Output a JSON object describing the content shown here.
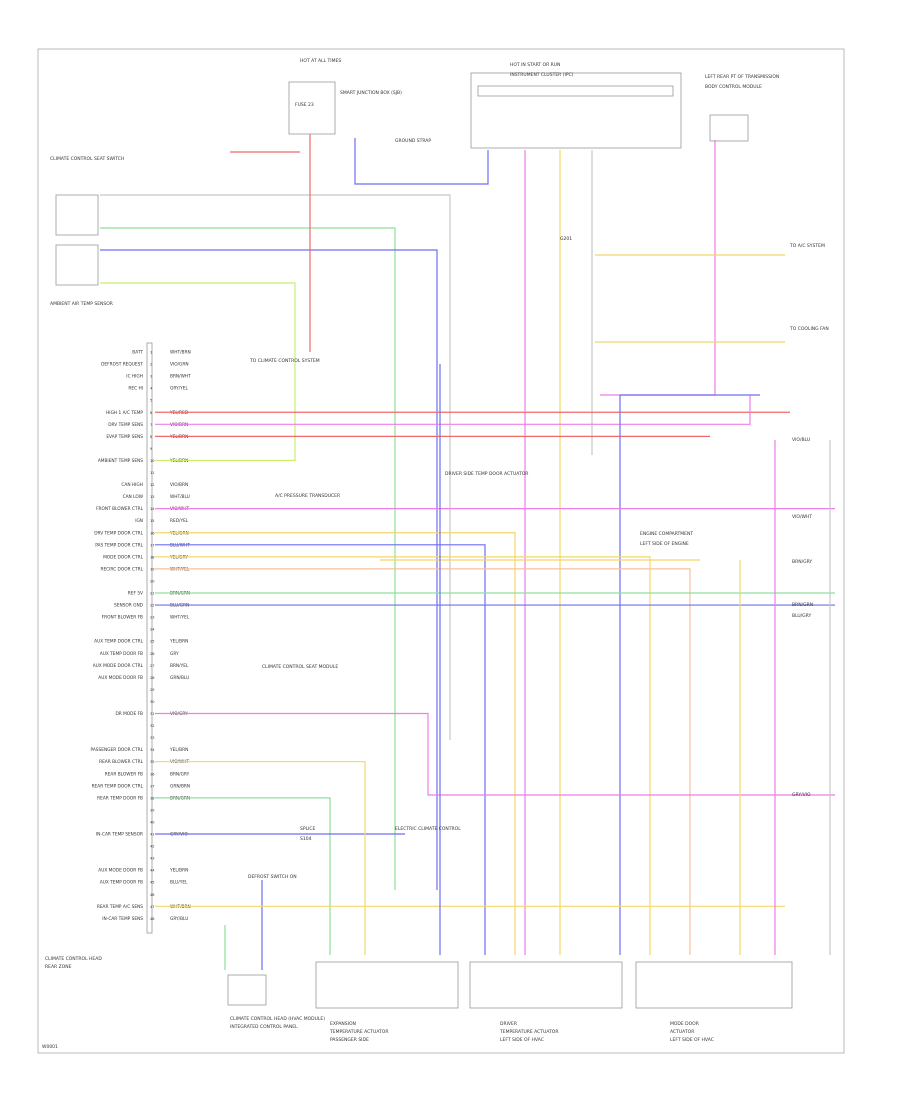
{
  "diagram": {
    "footer": "W0001",
    "wire_colors": {
      "red": "#f06a6a",
      "blue": "#6f6ff2",
      "green": "#8fe09a",
      "yellow": "#f2d86a",
      "pink": "#ee7ee8",
      "lime": "#c7ef6a",
      "orange": "#f5c19c",
      "gray": "#c8c8c8",
      "black": "#333333"
    },
    "pin_labels": [
      "BATT",
      "DEFROST REQUEST",
      "IC HIGH",
      "REC HI",
      "",
      "HIGH 1 A/C TEMP",
      "DRV TEMP SENS",
      "EVAP TEMP SENS",
      "",
      "AMBIENT TEMP SENS",
      "",
      "CAN HIGH",
      "CAN LOW",
      "FRONT BLOWER CTRL",
      "IGN",
      "DRV TEMP DOOR CTRL",
      "PAS TEMP DOOR CTRL",
      "MODE DOOR CTRL",
      "RECIRC DOOR CTRL",
      "",
      "REF 5V",
      "SENSOR GND",
      "FRONT BLOWER FB",
      "",
      "AUX TEMP DOOR CTRL",
      "AUX TEMP DOOR FB",
      "AUX MODE DOOR CTRL",
      "AUX MODE DOOR FB",
      "",
      "",
      "DR MODE FB",
      "",
      "",
      "PASSENGER DOOR CTRL",
      "REAR BLOWER CTRL",
      "REAR BLOWER FB",
      "REAR TEMP DOOR CTRL",
      "REAR TEMP DOOR FB",
      "",
      "",
      "IN-CAR TEMP SENSOR",
      "",
      "",
      "AUX MODE DOOR FB",
      "AUX TEMP DOOR FB",
      "",
      "REAR TEMP A/C SENS",
      "IN-CAR TEMP SENS"
    ],
    "wire_tags": [
      "WHT/BRN",
      "VIO/GRN",
      "BRN/WHT",
      "GRY/YEL",
      "",
      "YEL/RED",
      "VIO/BRN",
      "YEL/BRN",
      "",
      "YEL/BRN",
      "",
      "VIO/BRN",
      "WHT/BLU",
      "VIO/WHT",
      "RED/YEL",
      "YEL/GRN",
      "BLU/WHT",
      "YEL/GRY",
      "WHT/YEL",
      "",
      "BRN/GRN",
      "BLU/GRN",
      "WHT/YEL",
      "",
      "YEL/BRN",
      "GRY",
      "BRN/YEL",
      "GRN/BLU",
      "",
      "",
      "VIO/GRY",
      "",
      "",
      "YEL/BRN",
      "VIO/WHT",
      "BRN/GRY",
      "GRN/BRN",
      "BRN/GRN",
      "",
      "",
      "GRY/VIO",
      "",
      "",
      "YEL/BRN",
      "BLU/YEL",
      "",
      "WHT/BRN",
      "GRY/BLU"
    ],
    "component_labels": {
      "fuse_box": "HOT AT ALL TIMES",
      "fuse_note": "SMART JUNCTION BOX (SJB)",
      "cluster": "HOT IN START OR RUN",
      "cluster_sub": "INSTRUMENT CLUSTER (IPC)",
      "cluster_pin": "FUSE 23",
      "top_right": "LEFT REAR PT OF TRANSMISSION",
      "top_right_sub": "BODY CONTROL MODULE",
      "left_sensor": "CLIMATE CONTROL SEAT SWITCH",
      "left_sensor_sub": "AMBIENT AIR TEMP SENSOR",
      "hvac_module": "CLIMATE CONTROL HEAD (HVAC MODULE)",
      "hvac_module_sub": "INTEGRATED CONTROL PANEL",
      "mid_note": "TO CLIMATE CONTROL SYSTEM",
      "mid_note2": "A/C PRESSURE TRANSDUCER",
      "center_note": "DRIVER SIDE TEMP DOOR ACTUATOR",
      "right_note": "ENGINE COMPARTMENT",
      "right_note2": "LEFT SIDE OF ENGINE",
      "bottom_left_note": "CLIMATE CONTROL SEAT MODULE",
      "bottom_splice": "SPLICE",
      "bottom_splice2": "S104",
      "connector_note": "ELECTRIC CLIMATE CONTROL",
      "left_bottom": "CLIMATE CONTROL HEAD",
      "left_bottom2": "REAR ZONE",
      "actuator1": "EXPANSION",
      "actuator1_b": "TEMPERATURE ACTUATOR",
      "actuator1_c": "PASSENGER SIDE",
      "actuator2": "DRIVER",
      "actuator2_b": "TEMPERATURE ACTUATOR",
      "actuator2_c": "LEFT SIDE OF HVAC",
      "actuator3": "MODE DOOR",
      "actuator3_b": "ACTUATOR",
      "actuator3_c": "LEFT SIDE OF HVAC",
      "right_tag1": "VIO/BLU",
      "right_tag2": "VIO/WHT",
      "right_tag3": "BRN/GRY",
      "right_tag4": "BRN/GRN",
      "right_tag5": "BLU/GRY",
      "right_tag6": "GRY/VIO",
      "right_box1": "TO A/C SYSTEM",
      "right_box2": "TO COOLING FAN",
      "mid_tag": "DEFROST SWITCH ON",
      "ground_label": "G201",
      "top_gnd": "GROUND STRAP"
    }
  }
}
